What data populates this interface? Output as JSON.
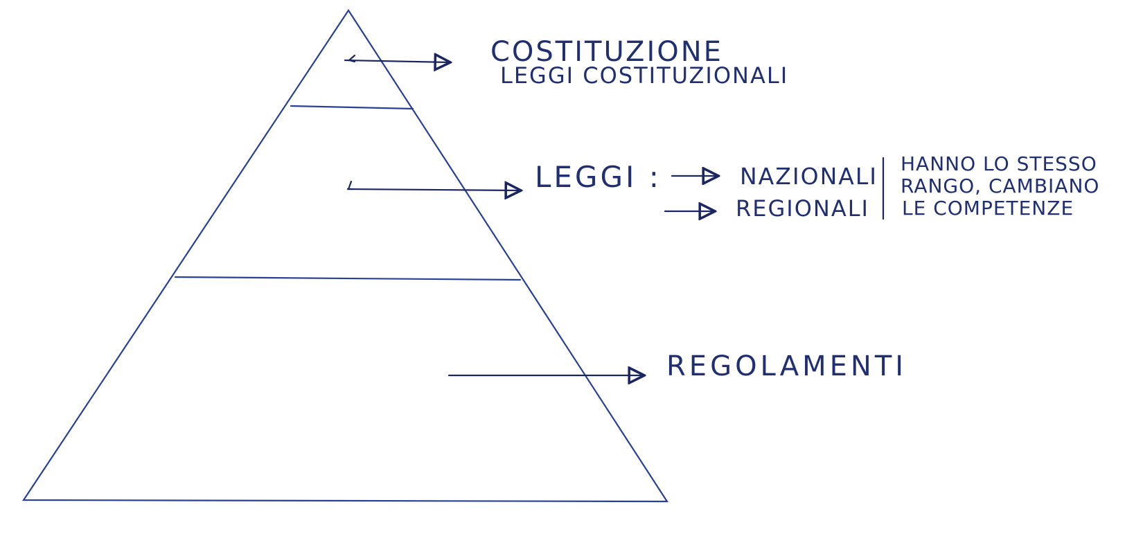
{
  "pyramid": {
    "top_level": {
      "line1": "COSTITUZIONE",
      "line2": "LEGGI COSTITUZIONALI"
    },
    "middle_level": {
      "label": "LEGGI :",
      "branches": [
        "NAZIONALI",
        "REGIONALI"
      ],
      "note": [
        "HANNO LO STESSO",
        "RANGO, CAMBIANO",
        "LE COMPETENZE"
      ]
    },
    "bottom_level": {
      "label": "REGOLAMENTI"
    }
  },
  "colors": {
    "ink_blue": "#2a3f98",
    "ink_dark": "#1a2563",
    "paper": "#ffffff"
  }
}
